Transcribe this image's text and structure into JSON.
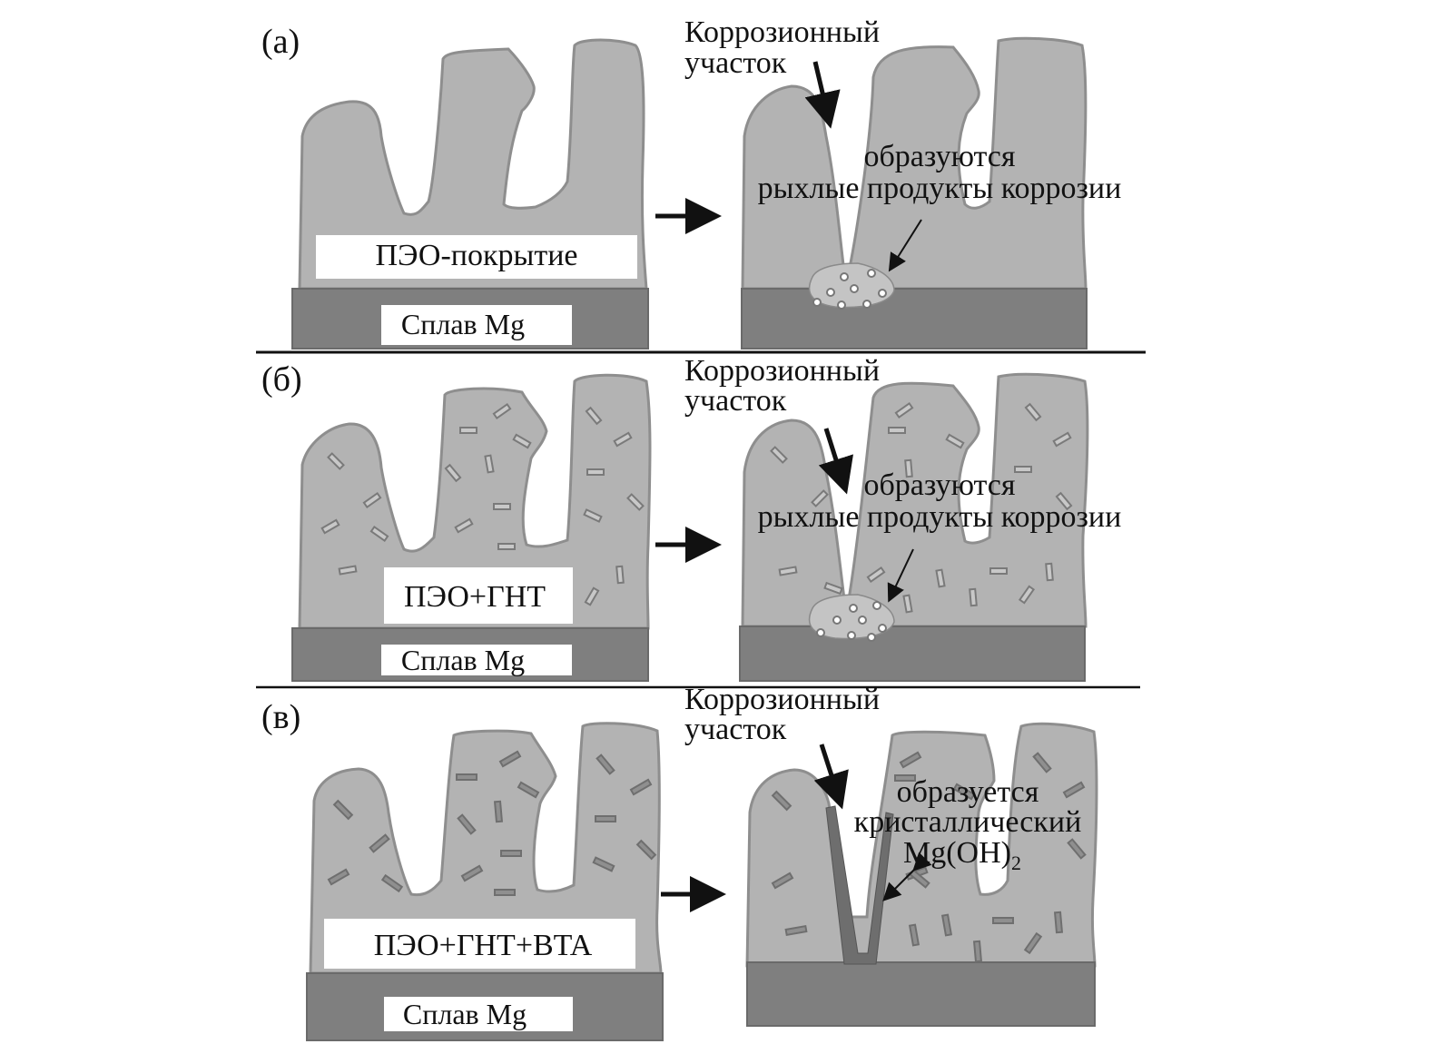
{
  "figure": {
    "colors": {
      "coating": "#b3b3b3",
      "alloy": "#7f7f7f",
      "text": "#111111",
      "divider": "#111111"
    },
    "panels": [
      {
        "id": "a",
        "letter": "(а)",
        "coating_label": "ПЭО-покрытие",
        "substrate_label": "Сплав Mg",
        "arrow_icon": "right-arrow",
        "corrosion_site_line1": "Коррозионный",
        "corrosion_site_line2": "участок",
        "result_line1": "образуются",
        "result_line2": "рыхлые продукты коррозии",
        "has_nanotubes": false,
        "inhibitor": false
      },
      {
        "id": "b",
        "letter": "(б)",
        "coating_label": "ПЭО+ГНТ",
        "substrate_label": "Сплав Mg",
        "arrow_icon": "right-arrow",
        "corrosion_site_line1": "Коррозионный",
        "corrosion_site_line2": "участок",
        "result_line1": "образуются",
        "result_line2": "рыхлые продукты коррозии",
        "has_nanotubes": true,
        "inhibitor": false
      },
      {
        "id": "c",
        "letter": "(в)",
        "coating_label": "ПЭО+ГНТ+BTA",
        "substrate_label": "Сплав Mg",
        "arrow_icon": "right-arrow",
        "corrosion_site_line1": "Коррозионный",
        "corrosion_site_line2": "участок",
        "result_line1": "образуется",
        "result_line2": "кристаллический",
        "result_line3_main": "Mg(OH)",
        "result_line3_sub": "2",
        "has_nanotubes": true,
        "inhibitor": true
      }
    ]
  }
}
